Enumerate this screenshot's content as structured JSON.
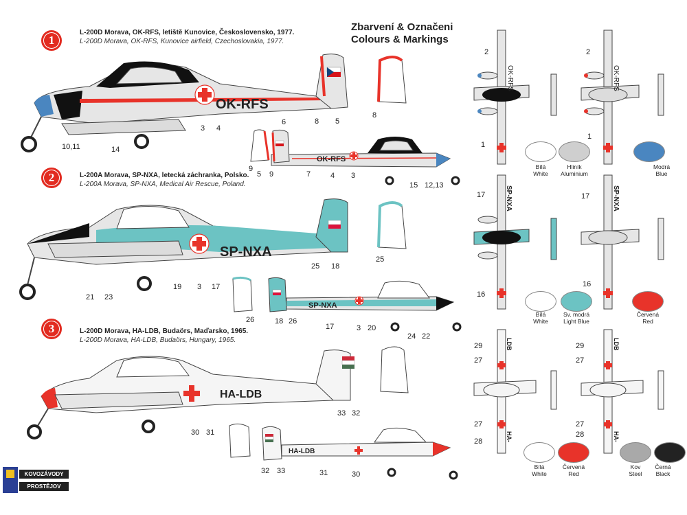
{
  "header": {
    "title_line1": "Zbarvení & Označeni",
    "title_line2": "Colours & Markings"
  },
  "schemes": [
    {
      "number": "1",
      "caption_cz": "L-200D Morava, OK-RFS, letiště Kunovice, Československo, 1977.",
      "caption_en": "L-200D Morava, OK-RFS, Kunovice airfield, Czechoslovakia, 1977.",
      "registration": "OK-RFS",
      "callouts_main": [
        "3",
        "4",
        "6",
        "8",
        "5",
        "8",
        "10,11",
        "14"
      ],
      "callouts_small": [
        "9",
        "5",
        "9",
        "7",
        "4",
        "3",
        "15",
        "12,13"
      ],
      "plan_callouts": [
        "2",
        "1",
        "2",
        "1"
      ]
    },
    {
      "number": "2",
      "caption_cz": "L-200A Morava, SP-NXA, letecká záchranka, Polsko.",
      "caption_en": "L-200A Morava, SP-NXA, Medical Air Rescue, Poland.",
      "registration": "SP-NXA",
      "callouts_main": [
        "21",
        "23",
        "19",
        "3",
        "17",
        "25",
        "18",
        "25"
      ],
      "callouts_small": [
        "26",
        "18",
        "26",
        "17",
        "3",
        "20",
        "24",
        "22"
      ],
      "plan_callouts": [
        "17",
        "16",
        "17",
        "16"
      ]
    },
    {
      "number": "3",
      "caption_cz": "L-200D Morava, HA-LDB, Budaörs, Maďarsko, 1965.",
      "caption_en": "L-200D Morava, HA-LDB, Budaörs, Hungary, 1965.",
      "registration": "HA-LDB",
      "callouts_main": [
        "30",
        "31",
        "33",
        "32"
      ],
      "callouts_small": [
        "32",
        "33",
        "31",
        "30"
      ],
      "plan_callouts": [
        "29",
        "27",
        "27",
        "28",
        "29",
        "27",
        "27",
        "28"
      ]
    }
  ],
  "swatches_row1": [
    {
      "cz": "Bílá",
      "en": "White",
      "color": "#ffffff"
    },
    {
      "cz": "Hliník",
      "en": "Aluminium",
      "color": "#cfcfcf"
    },
    {
      "cz": "Modrá",
      "en": "Blue",
      "color": "#4a86c0"
    }
  ],
  "swatches_row2": [
    {
      "cz": "Bílá",
      "en": "White",
      "color": "#ffffff"
    },
    {
      "cz": "Sv. modrá",
      "en": "Light Blue",
      "color": "#6cc3c3"
    },
    {
      "cz": "Červená",
      "en": "Red",
      "color": "#e8332a"
    }
  ],
  "swatches_row3": [
    {
      "cz": "Bílá",
      "en": "White",
      "color": "#ffffff"
    },
    {
      "cz": "Červená",
      "en": "Red",
      "color": "#e8332a"
    },
    {
      "cz": "Kov",
      "en": "Steel",
      "color": "#a9a9a9"
    },
    {
      "cz": "Černá",
      "en": "Black",
      "color": "#222222"
    }
  ],
  "logo": {
    "line1": "KOVOZÁVODY",
    "line2": "PROSTĚJOV"
  }
}
